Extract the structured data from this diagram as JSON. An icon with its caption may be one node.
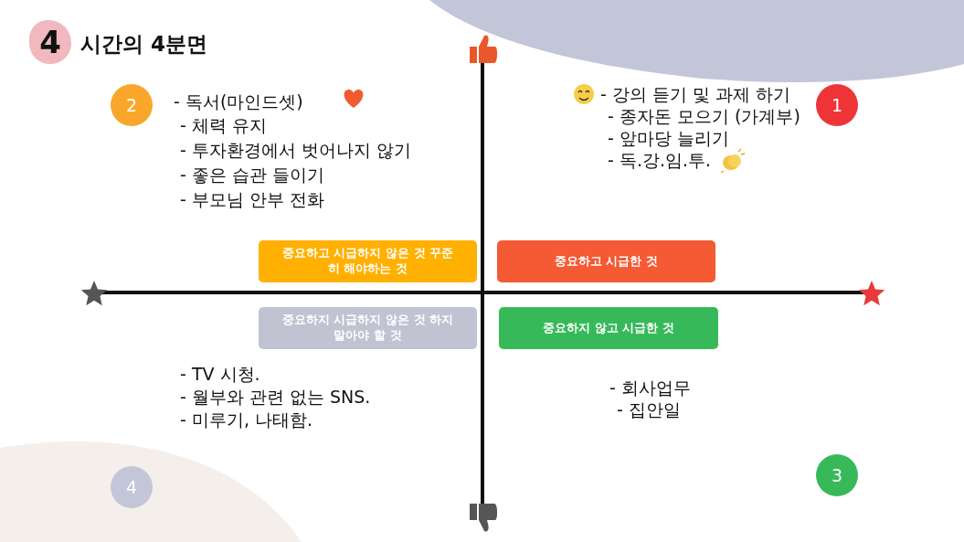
{
  "diagram": {
    "title": "시간의 4분면",
    "nodes": [
      {
        "text": [
          "4"
        ]
      },
      {
        "text": [
          "2"
        ]
      },
      {
        "text": [
          "1"
        ]
      },
      {
        "text": [
          "중요하고 시급하지 않은 것 꾸준히 해야하는 것"
        ]
      },
      {
        "text": [
          "중요하고 시급한 것"
        ]
      },
      {
        "text": [
          "중요하지 시급하지 않은 것 하지 말아야 할 것"
        ]
      },
      {
        "text": [
          "중요하지 않고 시급한 것"
        ]
      },
      {
        "text": [
          "4"
        ]
      },
      {
        "text": [
          "3"
        ]
      }
    ],
    "labels": [
      "- 독서(마인드셋)",
      "- 강의 듣기 및 과제 하기",
      "- 체력 유지",
      "- 종자돈 모으기 (가계부)",
      "- 투자환경에서 벗어나지 않기",
      "- 앞마당 늘리기",
      "- 좋은 습관 들이기",
      "- 독.강.임.투.",
      "- 부모님 안부 전화",
      "- TV 시청.",
      "- 월부와 관련 없는 SNS.",
      "- 회사업무",
      "- 미루기, 나태함.",
      "- 집안일"
    ]
  }
}
